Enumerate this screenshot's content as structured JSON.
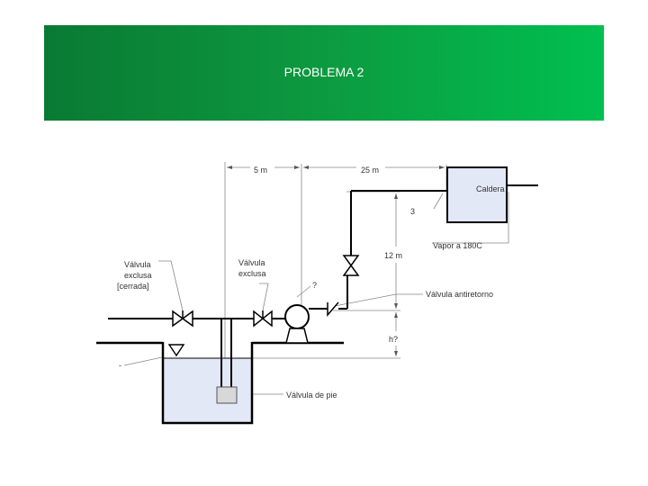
{
  "slide": {
    "title": "PROBLEMA 2"
  },
  "diagram": {
    "dimensions": {
      "dim_5m": "5 m",
      "dim_25m": "25 m",
      "dim_3": "3",
      "dim_12m": "12 m",
      "dim_h": "h?"
    },
    "labels": {
      "valve_closed_line1": "Válvula",
      "valve_closed_line2": "exclusa",
      "valve_closed_line3": "[cerrada]",
      "valve_open_line1": "Válvula",
      "valve_open_line2": "exclusa",
      "pump_unknown": "?",
      "boiler": "Caldera",
      "steam": "Vapor a 180C",
      "check_valve": "Válvula antiretorno",
      "foot_valve": "Válvula de pie",
      "left_mark": "-"
    },
    "colors": {
      "tank_fill": "#e3e8f7",
      "line": "#000000",
      "leader": "#888888"
    }
  }
}
